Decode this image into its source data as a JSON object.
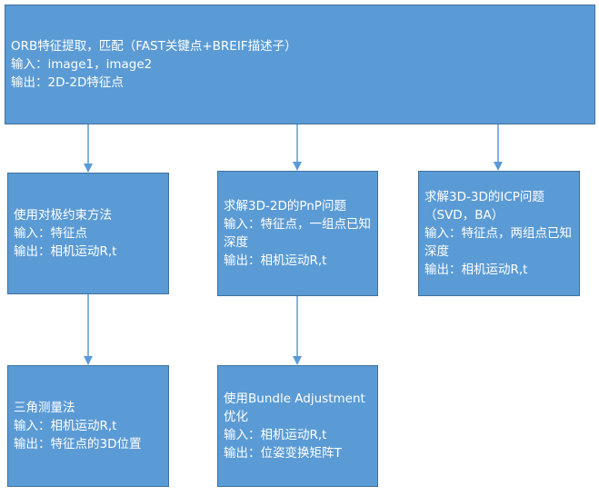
{
  "top": {
    "title": "ORB特征提取，匹配（FAST关键点+BREIF描述子）",
    "input": "输入：image1，image2",
    "output": "输出：2D-2D特征点"
  },
  "epipolar": {
    "title": "使用对极约束方法",
    "input": "输入：特征点",
    "output": "输出：相机运动R,t"
  },
  "pnp": {
    "title": "求解3D-2D的PnP问题",
    "input": "输入：特征点，一组点已知深度",
    "output": "输出：相机运动R,t"
  },
  "icp": {
    "title": "求解3D-3D的ICP问题（SVD，BA）",
    "input": "输入：特征点，两组点已知深度",
    "output": "输出：相机运动R,t"
  },
  "triangulation": {
    "title": "三角测量法",
    "input": "输入：相机运动R,t",
    "output": "输出：特征点的3D位置"
  },
  "ba": {
    "title": "使用Bundle Adjustment优化",
    "input": "输入：相机运动R,t",
    "output": "输出：位姿变换矩阵T"
  }
}
